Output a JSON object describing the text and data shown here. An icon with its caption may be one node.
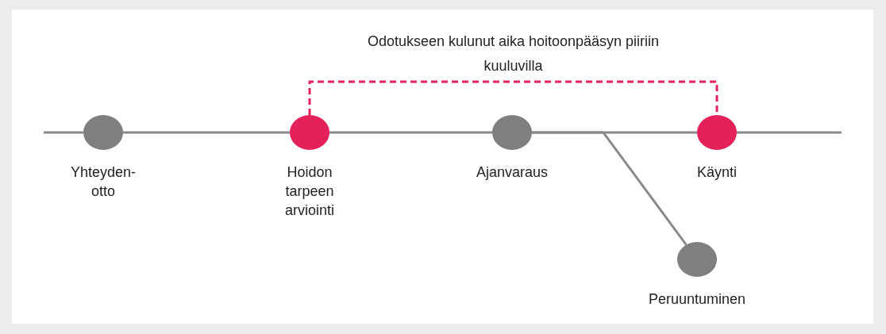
{
  "diagram": {
    "nodes": [
      {
        "text": [],
        "shape": "circle",
        "beside": [
          "Yhteyden-otto"
        ]
      },
      {
        "text": [],
        "shape": "circle",
        "beside": [
          "Hoidon tarpeen arviointi"
        ]
      },
      {
        "text": [],
        "shape": "circle",
        "beside": [
          "Ajanvaraus"
        ]
      },
      {
        "text": [],
        "shape": "circle",
        "beside": [
          "Käynti"
        ]
      },
      {
        "text": [],
        "shape": "circle",
        "beside": [
          "Peruuntuminen"
        ]
      }
    ],
    "edges": [
      {
        "from": null,
        "to": 0,
        "arrow": "none"
      },
      {
        "from": 0,
        "to": 1,
        "arrow": "none"
      },
      {
        "from": 1,
        "to": 2,
        "arrow": "none"
      },
      {
        "from": 2,
        "to": 3,
        "arrow": "none"
      },
      {
        "from": 2,
        "to": 4,
        "arrow": "none"
      },
      {
        "from": 3,
        "to": null,
        "arrow": "none"
      },
      {
        "from": 1,
        "to": 3,
        "arrow": "none",
        "label": "Odotukseen kulunut aika hoitoonpääsyn piiriin kuuluvilla",
        "style": "dashed",
        "color": "#e4215a"
      }
    ]
  }
}
